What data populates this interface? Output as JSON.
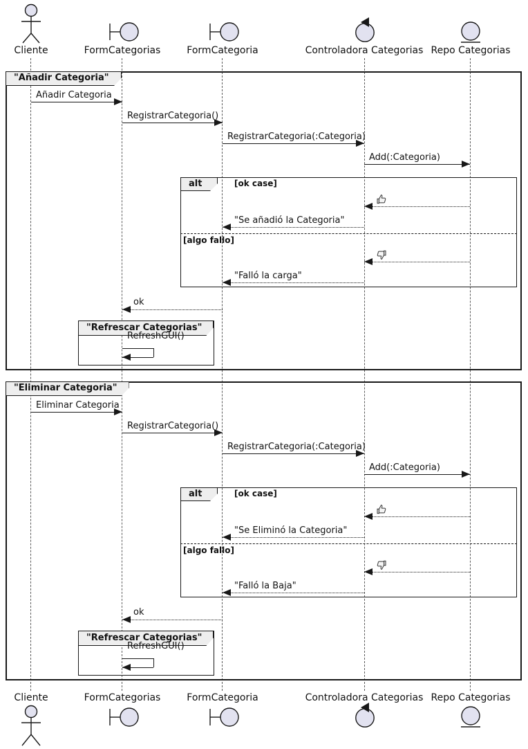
{
  "colors": {
    "participant_fill": "#E2E2F0",
    "frame_header_bg": "#EEEEEE",
    "stroke": "#181818",
    "background": "#FFFFFF"
  },
  "diagram": {
    "participants": [
      {
        "label": "Cliente",
        "icon": "actor-icon"
      },
      {
        "label": "FormCategorias",
        "icon": "boundary-icon"
      },
      {
        "label": "FormCategoria",
        "icon": "boundary-icon"
      },
      {
        "label": "Controladora Categorias",
        "icon": "control-icon"
      },
      {
        "label": "Repo Categorias",
        "icon": "entity-icon"
      }
    ],
    "frames": [
      {
        "title": "\"Añadir Categoria\"",
        "call": "Añadir Categoria",
        "register": "RegistrarCategoria()",
        "register_param": "RegistrarCategoria(:Categoria)",
        "add": "Add(:Categoria)",
        "alt": {
          "keyword": "alt",
          "guard_ok": "[ok case]",
          "ok_icon": "thumbs-up-icon",
          "reply_ok": "\"Se añadió la Categoria\"",
          "guard_fail": "[algo fallo]",
          "fail_icon": "thumbs-down-icon",
          "reply_fail": "\"Falló la carga\""
        },
        "ok_return": "ok",
        "refresh": {
          "title": "\"Refrescar Categorias\"",
          "message": "RefreshGUI()"
        }
      },
      {
        "title": "\"Eliminar Categoria\"",
        "call": "Eliminar Categoria",
        "register": "RegistrarCategoria()",
        "register_param": "RegistrarCategoria(:Categoria)",
        "add": "Add(:Categoria)",
        "alt": {
          "keyword": "alt",
          "guard_ok": "[ok case]",
          "ok_icon": "thumbs-up-icon",
          "reply_ok": "\"Se Eliminó la Categoria\"",
          "guard_fail": "[algo fallo]",
          "fail_icon": "thumbs-down-icon",
          "reply_fail": "\"Falló la Baja\""
        },
        "ok_return": "ok",
        "refresh": {
          "title": "\"Refrescar Categorias\"",
          "message": "RefreshGUI()"
        }
      }
    ]
  }
}
